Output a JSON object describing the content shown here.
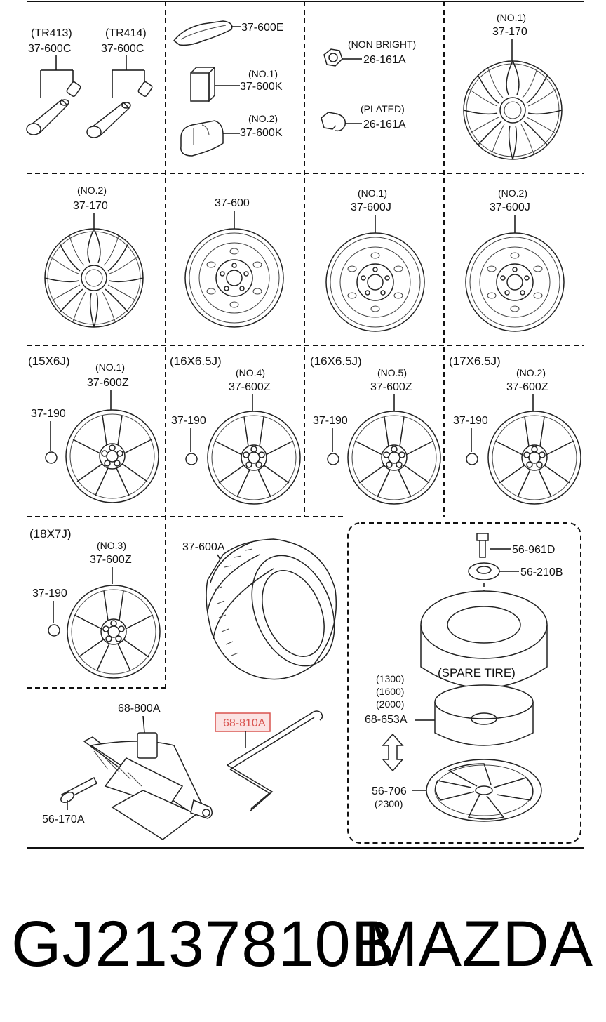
{
  "diagram": {
    "valves": {
      "left": {
        "note": "(TR413)",
        "code": "37-600C"
      },
      "right": {
        "note": "(TR414)",
        "code": "37-600C"
      }
    },
    "weights": {
      "e": "37-600E",
      "k_note": "(NO.1)",
      "k_code": "37-600K",
      "k2_note": "(NO.2)",
      "k2_code": "37-600K"
    },
    "nuts": {
      "a_note": "(NON BRIGHT)",
      "a_code": "26-161A",
      "b_note": "(PLATED)",
      "b_code": "26-161A"
    },
    "cap1": {
      "note": "(NO.1)",
      "code": "37-170"
    },
    "cap2": {
      "note": "(NO.2)",
      "code": "37-170"
    },
    "steel": {
      "code": "37-600"
    },
    "wheelj1": {
      "note": "(NO.1)",
      "code": "37-600J"
    },
    "wheelj2": {
      "note": "(NO.2)",
      "code": "37-600J"
    },
    "alloy": [
      {
        "size": "(15X6J)",
        "note": "(NO.1)",
        "code": "37-600Z",
        "ornament": "37-190"
      },
      {
        "size": "(16X6.5J)",
        "note": "(NO.4)",
        "code": "37-600Z",
        "ornament": "37-190"
      },
      {
        "size": "(16X6.5J)",
        "note": "(NO.5)",
        "code": "37-600Z",
        "ornament": "37-190"
      },
      {
        "size": "(17X6.5J)",
        "note": "(NO.2)",
        "code": "37-600Z",
        "ornament": "37-190"
      },
      {
        "size": "(18X7J)",
        "note": "(NO.3)",
        "code": "37-600Z",
        "ornament": "37-190"
      }
    ],
    "tire": {
      "code": "37-600A"
    },
    "spare": {
      "bolt": "56-961D",
      "washer": "56-210B",
      "label": "(SPARE TIRE)",
      "pad_notes": [
        "(1300)",
        "(1600)",
        "(2000)"
      ],
      "pad_code": "68-653A",
      "bracket_code": "56-706",
      "bracket_note": "(2300)"
    },
    "jack": {
      "code": "68-800A",
      "handle": "56-170A"
    },
    "handle": {
      "code": "68-810A"
    }
  },
  "footer": {
    "part_number": "GJ2137810B",
    "brand": "MAZDA"
  },
  "colors": {
    "highlight": "#d9534f",
    "highlight_fill": "#fbe3e3",
    "ink": "#111111"
  }
}
